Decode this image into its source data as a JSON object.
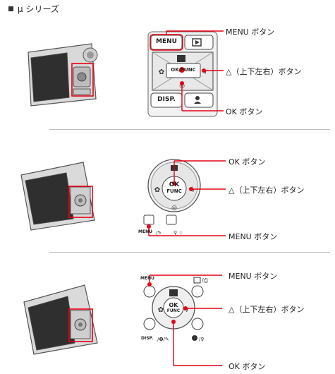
{
  "header": {
    "title": "μ シリーズ"
  },
  "sections": [
    {
      "callouts": {
        "menu": "MENU ボタン",
        "arrows": "△（上下左右）ボタン",
        "ok": "OK ボタン"
      },
      "keys": {
        "menu": "MENU",
        "okfunc": "OK/FUNC",
        "disp": "DISP."
      }
    },
    {
      "callouts": {
        "ok": "OK ボタン",
        "arrows": "△（上下左右）ボタン",
        "menu": "MENU ボタン"
      },
      "keys": {
        "ok": "OK",
        "func": "FUNC",
        "menu": "MENU"
      }
    },
    {
      "callouts": {
        "menu": "MENU ボタン",
        "arrows": "△（上下左右）ボタン",
        "ok": "OK ボタン"
      },
      "keys": {
        "menu": "MENU",
        "ok": "OK",
        "func": "FUNC",
        "disp": "DISP."
      }
    }
  ]
}
